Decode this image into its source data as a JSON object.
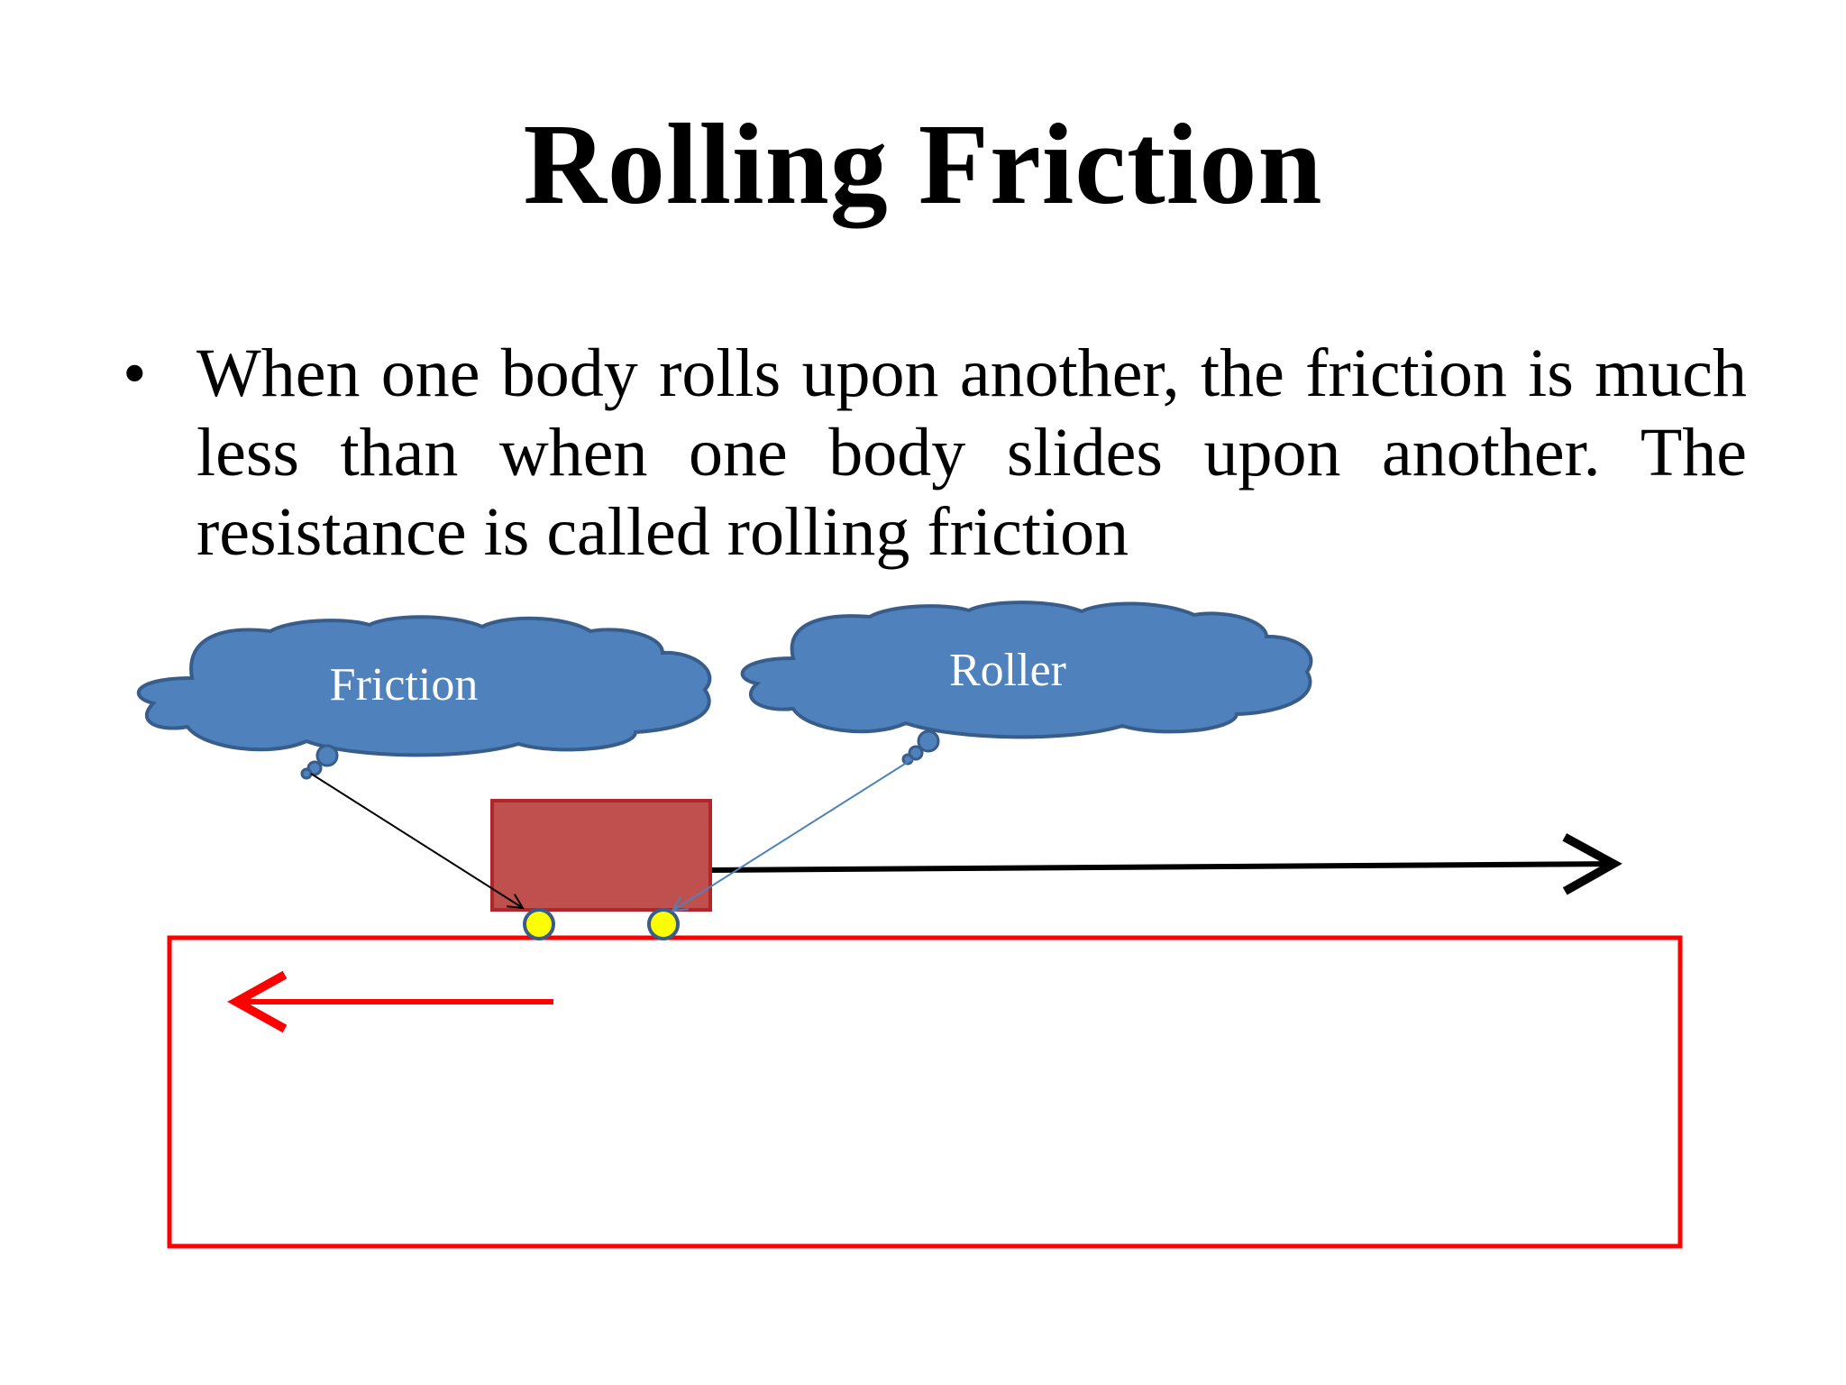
{
  "slide": {
    "title": "Rolling Friction",
    "bullet": "When one body rolls upon another, the friction is much less than when one body slides upon another. The resistance is called rolling friction"
  },
  "diagram": {
    "clouds": [
      {
        "label": "Friction"
      },
      {
        "label": "Roller"
      }
    ],
    "colors": {
      "cloud_fill": "#4f81bd",
      "cloud_stroke": "#385d8a",
      "cart_fill": "#c0504d",
      "cart_stroke": "#b0262a",
      "wheel_fill": "#ffff00",
      "wheel_stroke": "#385d8a",
      "ground_stroke": "#ff0000",
      "motion_arrow": "#000000",
      "friction_arrow": "#ff0000"
    }
  }
}
